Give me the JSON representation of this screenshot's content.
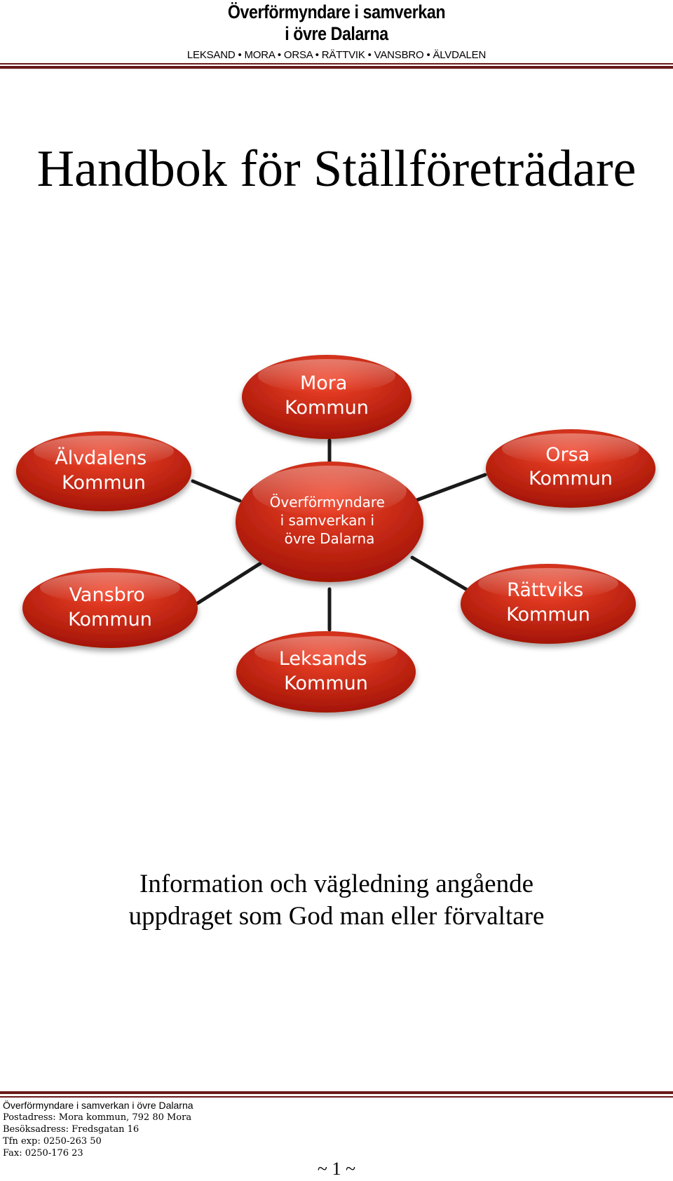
{
  "header": {
    "org_line1": "Överförmyndare i samverkan",
    "org_line2": "i övre Dalarna",
    "municipalities": "LEKSAND • MORA • ORSA • RÄTTVIK • VANSBRO • ÄLVDALEN"
  },
  "title": "Handbok för Ställföreträdare",
  "diagram": {
    "center": {
      "lines": [
        "Överförmyndare",
        "i samverkan i",
        "övre Dalarna"
      ]
    },
    "nodes": [
      {
        "id": "mora",
        "lines": [
          "Mora",
          "Kommun"
        ]
      },
      {
        "id": "alvdalen",
        "lines": [
          "Älvdalens",
          "Kommun"
        ]
      },
      {
        "id": "orsa",
        "lines": [
          "Orsa",
          "Kommun"
        ]
      },
      {
        "id": "vansbro",
        "lines": [
          "Vansbro",
          "Kommun"
        ]
      },
      {
        "id": "rattvik",
        "lines": [
          "Rättviks",
          "Kommun"
        ]
      },
      {
        "id": "leksand",
        "lines": [
          "Leksands",
          "Kommun"
        ]
      }
    ],
    "colors": {
      "ellipse_light": "#f2442a",
      "ellipse_dark": "#a31405",
      "connector": "#1a1a1a",
      "text": "#ffffff"
    }
  },
  "subtitle": {
    "line1": "Information och vägledning angående",
    "line2": "uppdraget som God man eller förvaltare"
  },
  "footer": {
    "org": "Överförmyndare i samverkan i övre Dalarna",
    "postal": "Postadress: Mora kommun, 792 80 Mora",
    "visit": "Besöksadress: Fredsgatan 16",
    "phone": "Tfn exp: 0250-263 50",
    "fax": "Fax: 0250-176 23"
  },
  "page_number": "~ 1 ~",
  "rule_color": "#6b1a1a"
}
